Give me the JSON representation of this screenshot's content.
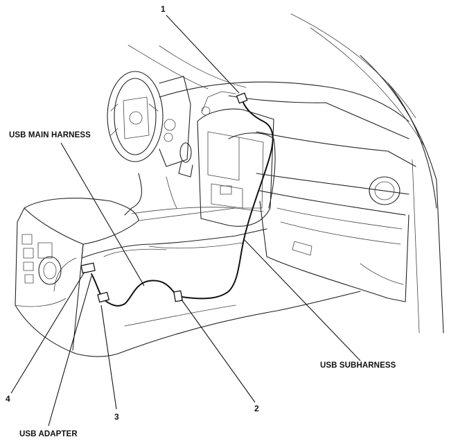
{
  "callouts": {
    "c1": "1",
    "c2": "2",
    "c3": "3",
    "c4": "4"
  },
  "labels": {
    "usb_main_harness": "USB MAIN HARNESS",
    "usb_subharness": "USB SUBHARNESS",
    "usb_adapter": "USB ADAPTER"
  }
}
